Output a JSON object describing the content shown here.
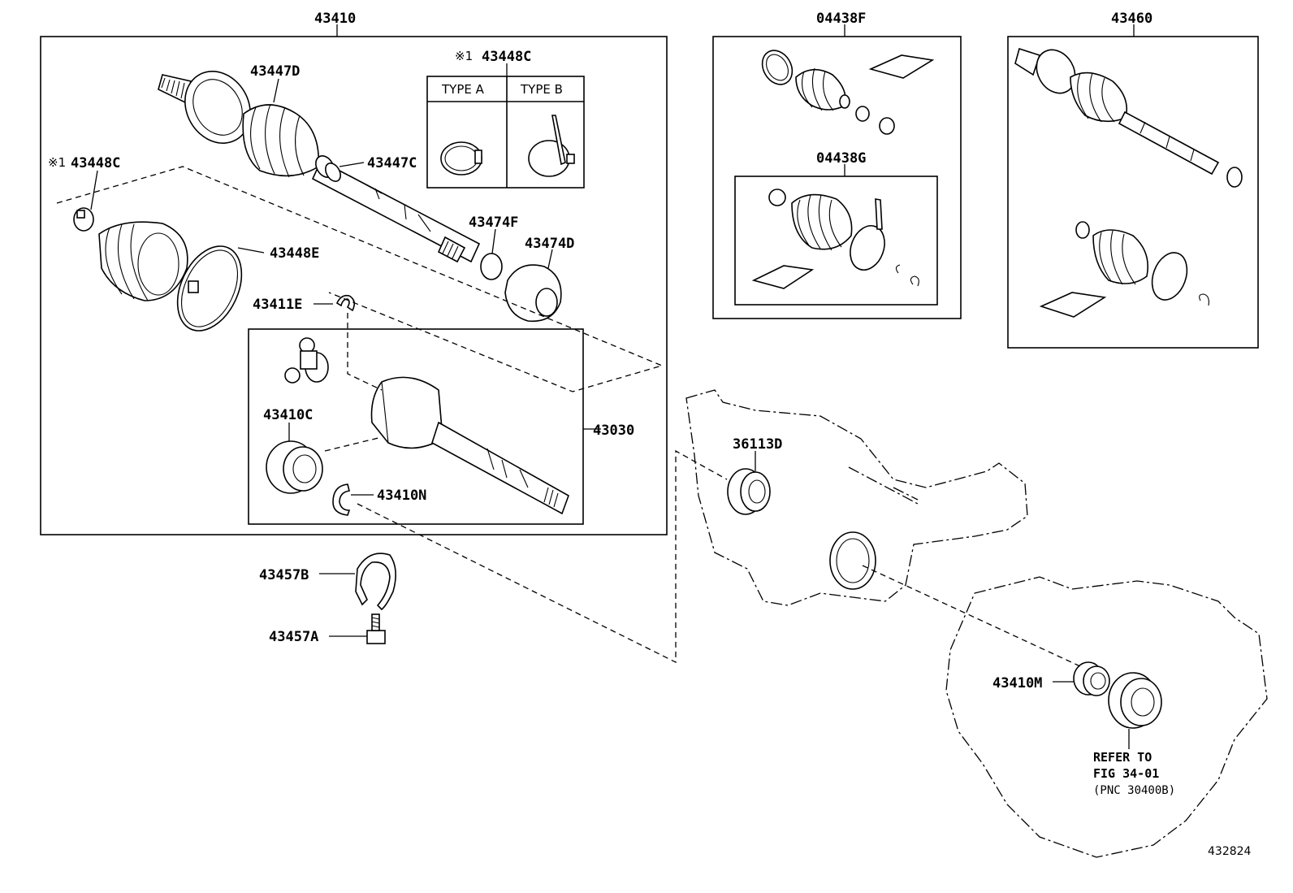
{
  "labels": {
    "p43410": "43410",
    "p04438F": "04438F",
    "p43460": "43460",
    "p04438G": "04438G",
    "p43447D": "43447D",
    "p43448C_top": "43448C",
    "p43448C_left": "43448C",
    "ref_mark": "※1",
    "typeA": "TYPE A",
    "typeB": "TYPE B",
    "p43447C": "43447C",
    "p43474F": "43474F",
    "p43474D": "43474D",
    "p43448E": "43448E",
    "p43411E": "43411E",
    "p43410C": "43410C",
    "p43030": "43030",
    "p43410N": "43410N",
    "p36113D": "36113D",
    "p43457B": "43457B",
    "p43457A": "43457A",
    "p43410M": "43410M"
  },
  "refer_note": {
    "line1": "REFER TO",
    "line2": "FIG 34-01",
    "line3": "(PNC 30400B)"
  },
  "figure_number": "432824"
}
